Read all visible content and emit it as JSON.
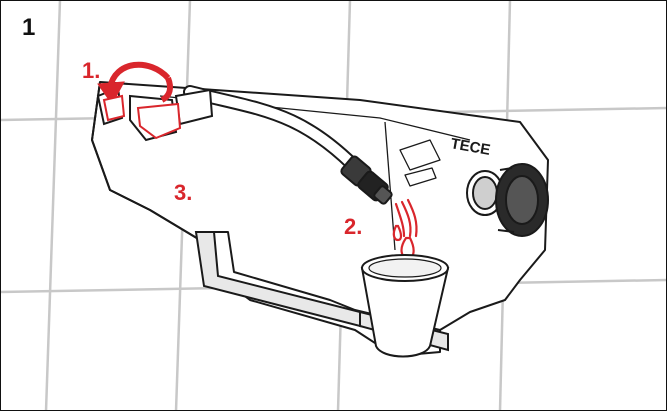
{
  "figure": {
    "panel_label": "1",
    "steps": [
      {
        "label": "1."
      },
      {
        "label": "2."
      },
      {
        "label": "3."
      }
    ],
    "brand_text": "TECE",
    "colors": {
      "accent_red": "#d9262c",
      "tile_grid": "#c8c8c8",
      "line": "#1a1a1a"
    },
    "icons": [
      "rotate-arrow-icon",
      "water-drops-icon"
    ]
  }
}
